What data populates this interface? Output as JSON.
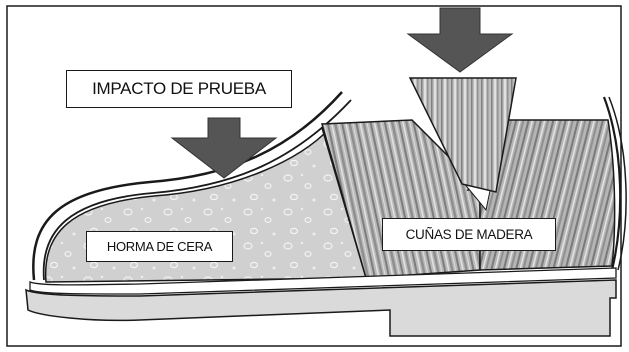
{
  "labels": {
    "impact": "IMPACTO DE PRUEBA",
    "last": "HORMA DE CERA",
    "wedges": "CUÑAS DE MADERA"
  },
  "icons": {
    "arrow_impact": "down-arrow-icon",
    "arrow_wedge": "down-arrow-icon"
  },
  "colors": {
    "outline": "#1a1a1a",
    "arrow": "#555555",
    "last_fill": "#cfcfcf",
    "wood_fill": "#b8b8b8",
    "sole_fill": "#d9d9d9",
    "background": "#ffffff"
  }
}
